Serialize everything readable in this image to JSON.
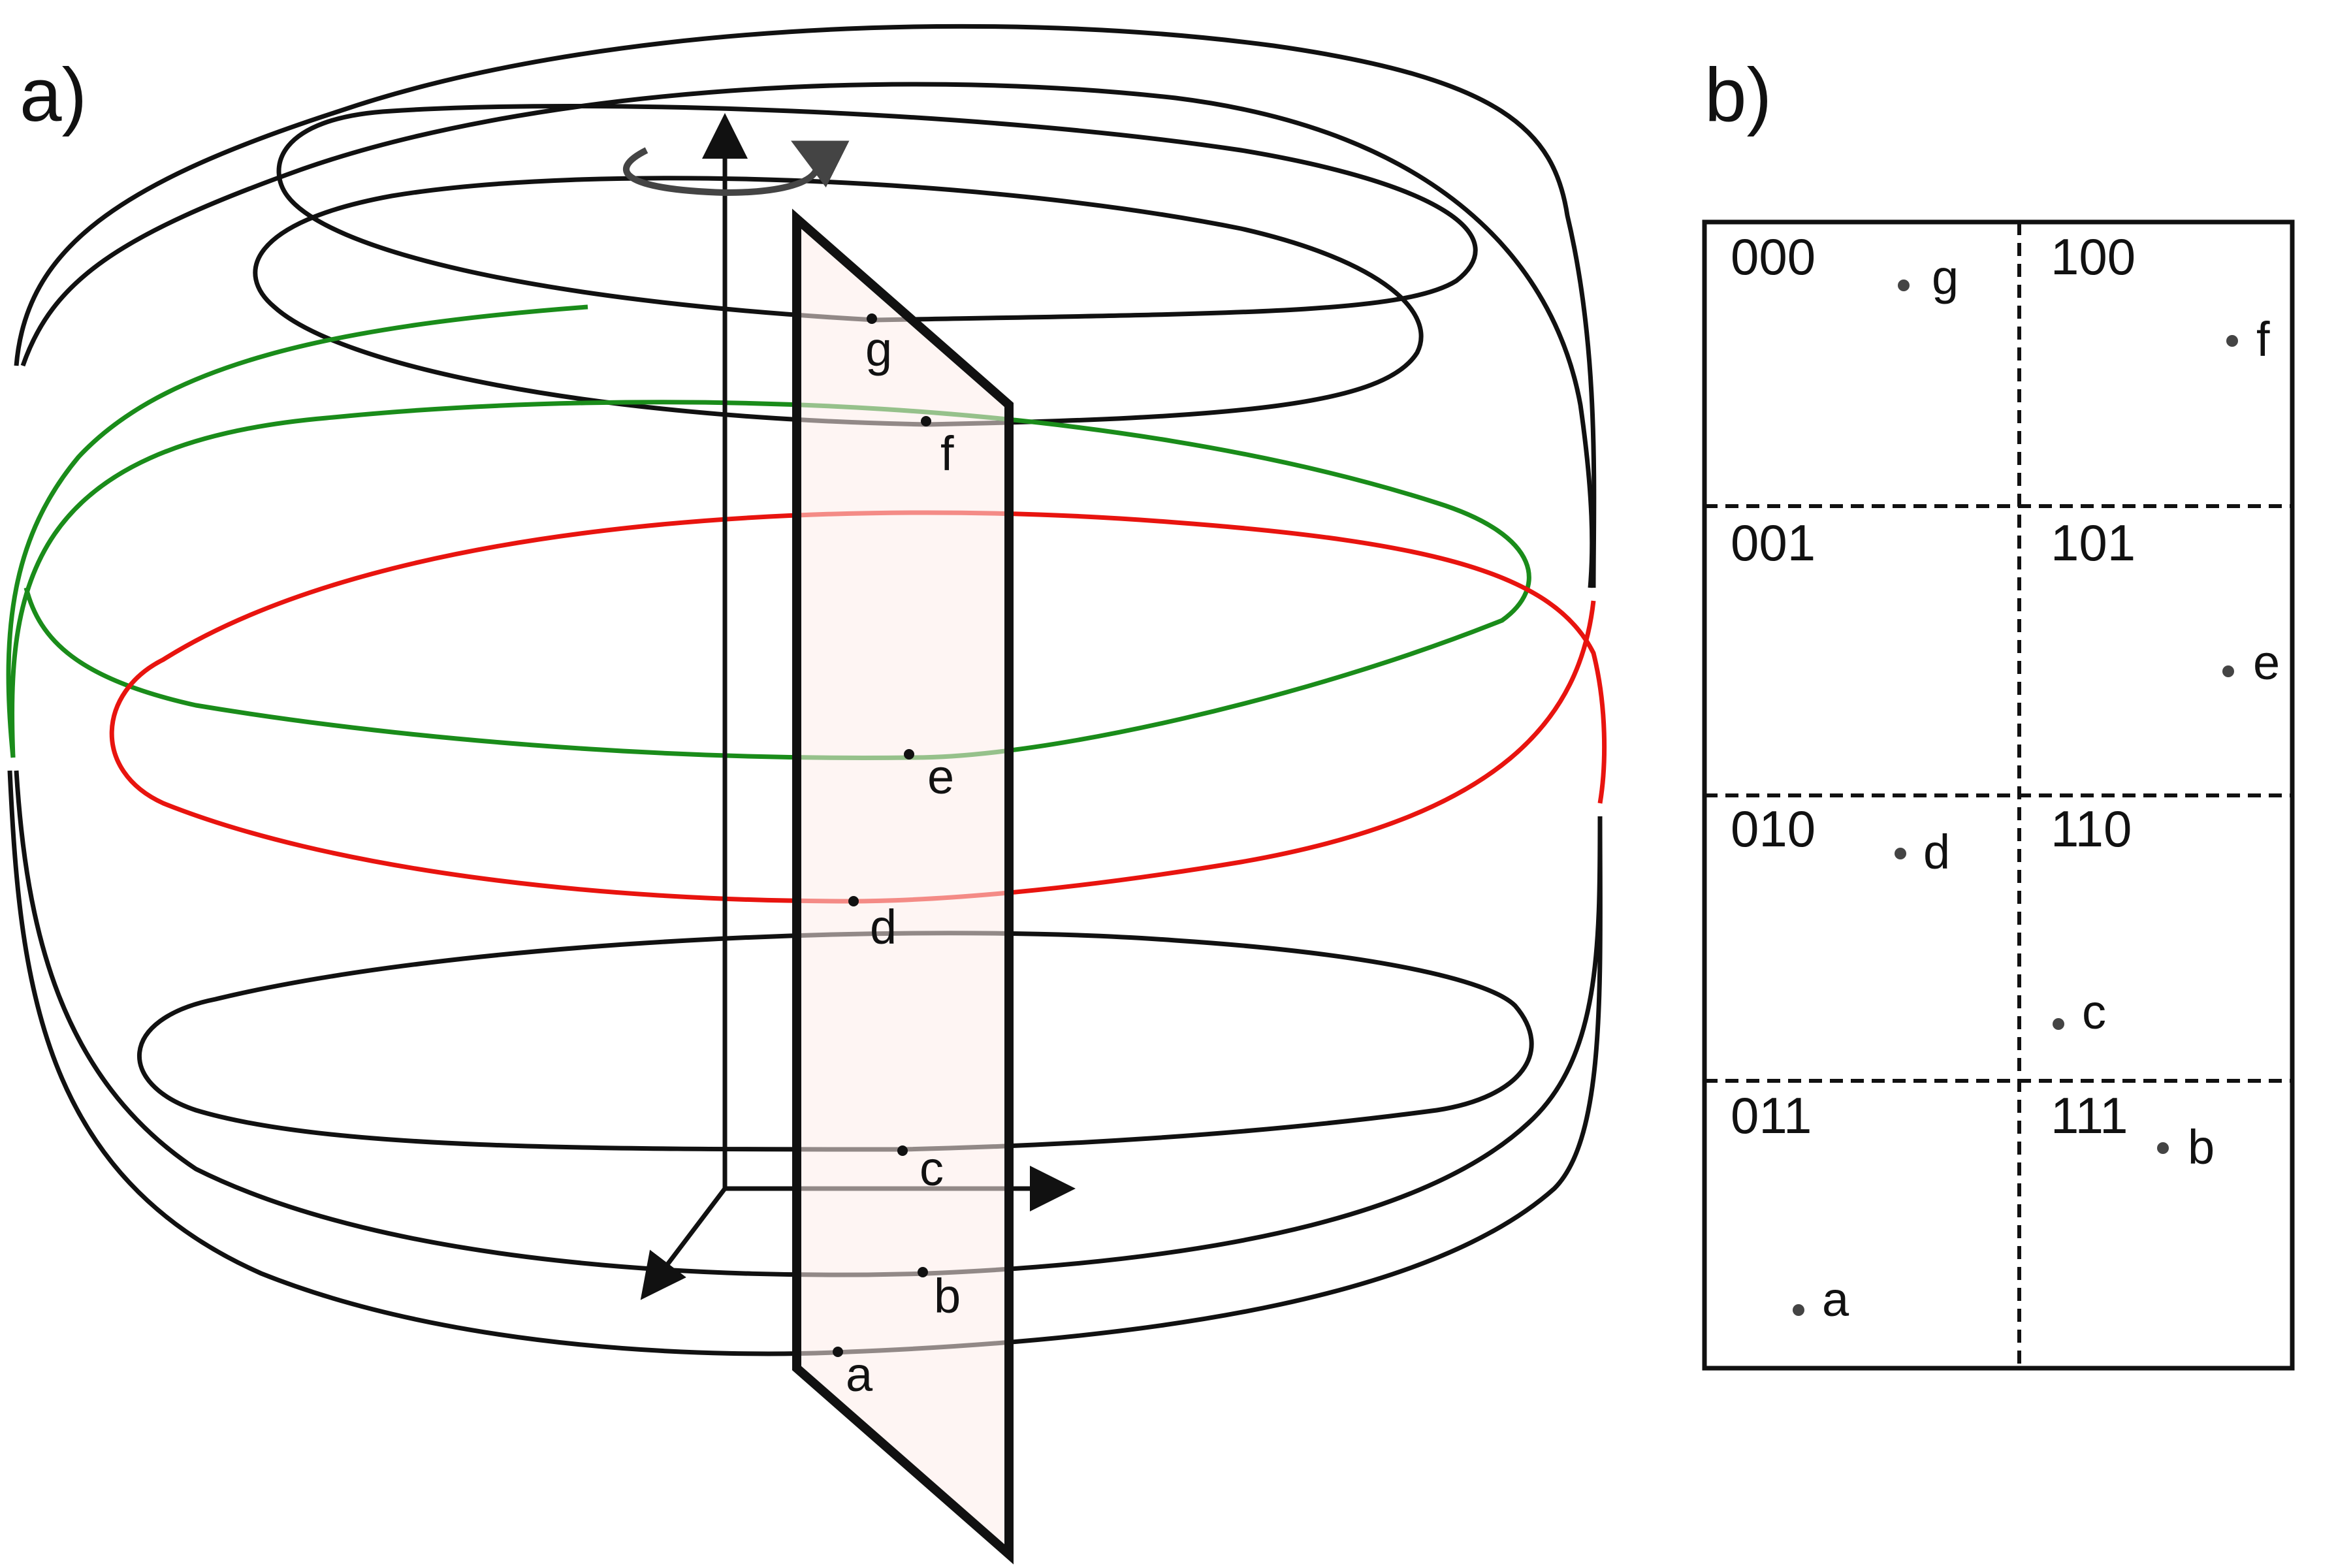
{
  "panel_a": {
    "label": "a)",
    "point_labels": [
      "a",
      "b",
      "c",
      "d",
      "e",
      "f",
      "g"
    ]
  },
  "panel_b": {
    "label": "b)",
    "cells": [
      {
        "code": "000",
        "point": "g"
      },
      {
        "code": "100",
        "point": "f"
      },
      {
        "code": "001",
        "point": ""
      },
      {
        "code": "101",
        "point": "e"
      },
      {
        "code": "010",
        "point": "d"
      },
      {
        "code": "110",
        "point": "c"
      },
      {
        "code": "011",
        "point": "a"
      },
      {
        "code": "111",
        "point": "b"
      }
    ]
  },
  "colors": {
    "stroke": "#111111",
    "green_orbit": "#1a8c1a",
    "red_orbit": "#e8140f",
    "plane_fill": "#fdecea",
    "rotation_arrow": "#444444"
  }
}
